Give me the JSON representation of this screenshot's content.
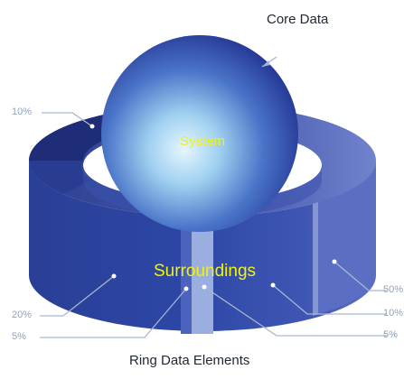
{
  "diagram": {
    "title_top": "Core Data",
    "title_bottom": "Ring Data Elements",
    "sphere_label": "System",
    "ring_label": "Surroundings",
    "percentages": {
      "top_left": "10%",
      "mid_left": "20%",
      "bottom_left": "5%",
      "right_top": "50%",
      "right_mid": "10%",
      "right_bottom": "5%"
    },
    "colors": {
      "ring_dark": "#20327e",
      "ring_mid": "#2c46a4",
      "ring_light": "#6d80c9",
      "sphere_light": "#dff0ff",
      "sphere_dark": "#24389a",
      "label_yellow": "#f2f20a"
    }
  }
}
